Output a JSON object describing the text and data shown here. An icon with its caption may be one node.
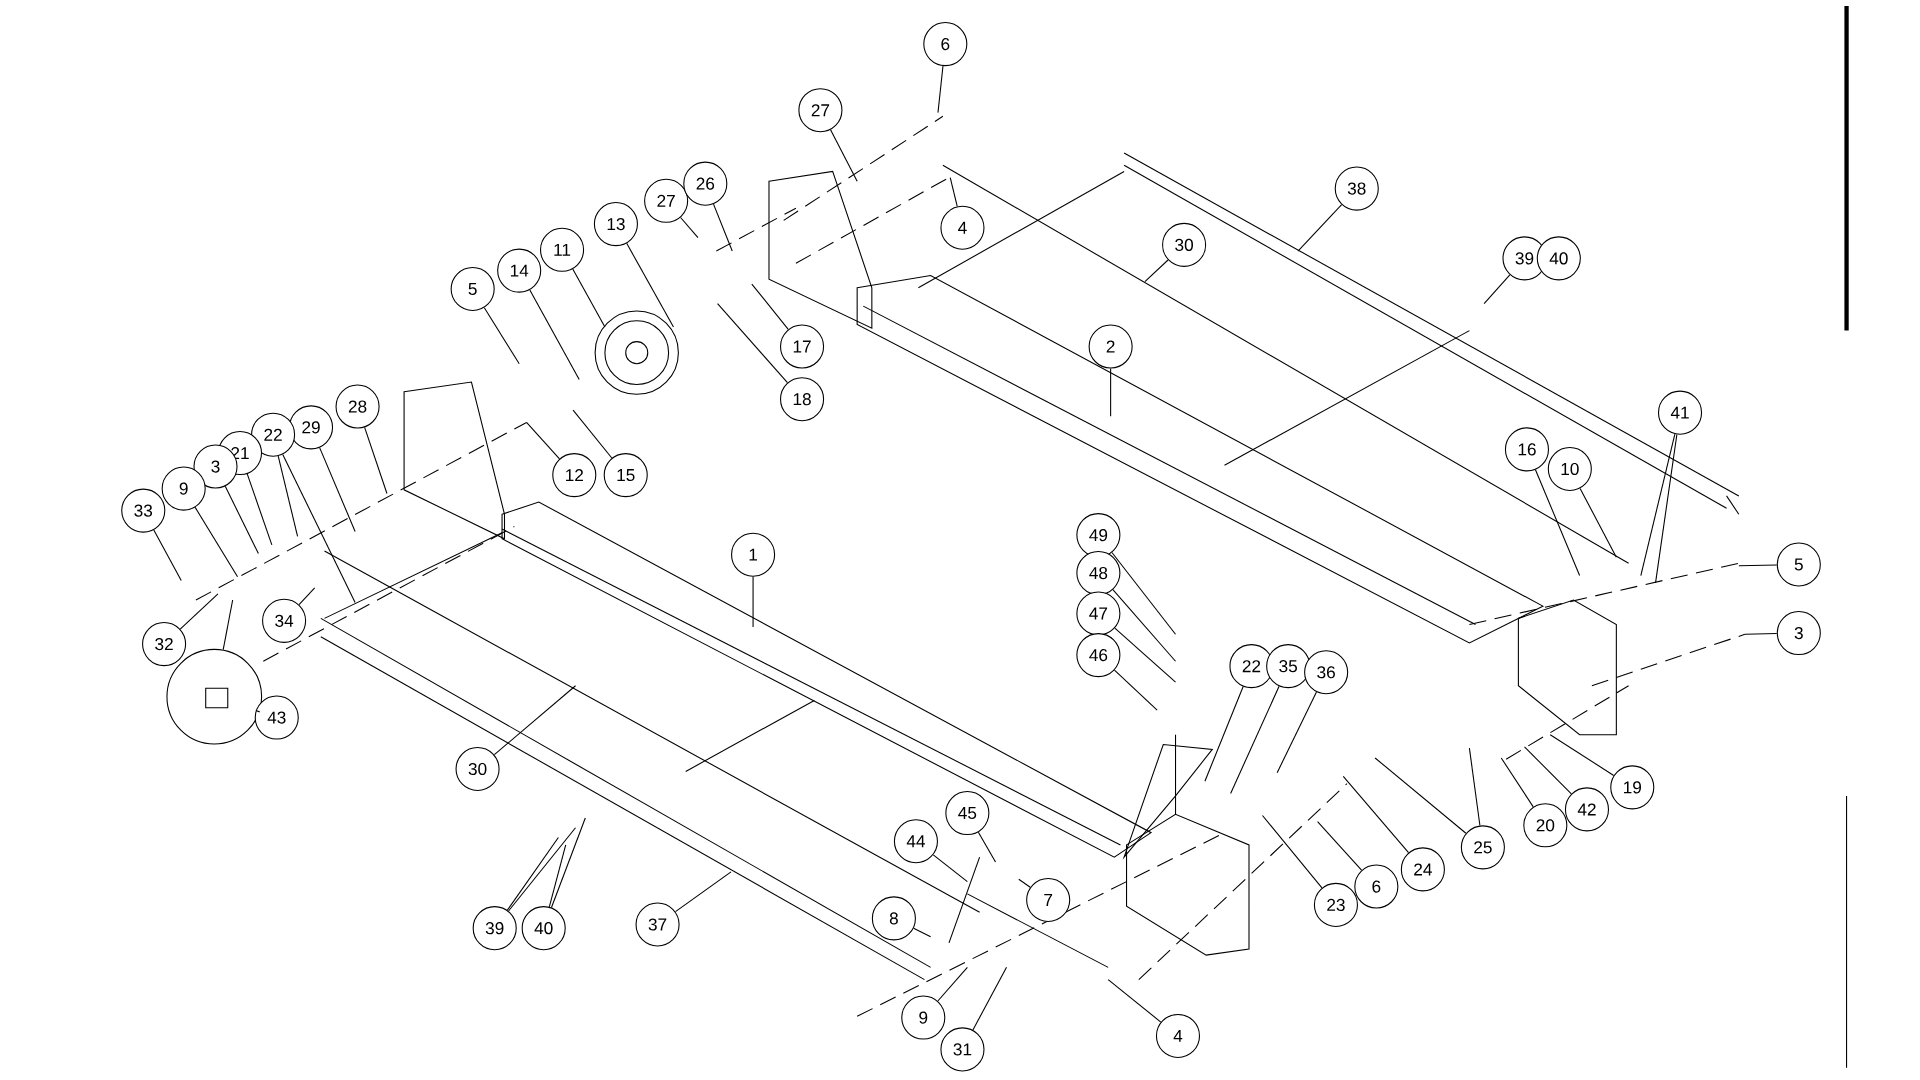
{
  "diagram": {
    "nodes": [
      {
        "text": [
          "6"
        ]
      },
      {
        "text": [
          "27"
        ]
      },
      {
        "text": [
          "4"
        ]
      },
      {
        "text": [
          "27"
        ]
      },
      {
        "text": [
          "26"
        ]
      },
      {
        "text": [
          "13"
        ]
      },
      {
        "text": [
          "11"
        ]
      },
      {
        "text": [
          "38"
        ]
      },
      {
        "text": [
          "30"
        ]
      },
      {
        "text": [
          "39"
        ]
      },
      {
        "text": [
          "40"
        ]
      },
      {
        "text": [
          "14"
        ]
      },
      {
        "text": [
          "5"
        ]
      },
      {
        "text": [
          "17"
        ]
      },
      {
        "text": [
          "2"
        ]
      },
      {
        "text": [
          "18"
        ]
      },
      {
        "text": [
          "41"
        ]
      },
      {
        "text": [
          "28"
        ]
      },
      {
        "text": [
          "29"
        ]
      },
      {
        "text": [
          "22"
        ]
      },
      {
        "text": [
          "21"
        ]
      },
      {
        "text": [
          "16"
        ]
      },
      {
        "text": [
          "3"
        ]
      },
      {
        "text": [
          "10"
        ]
      },
      {
        "text": [
          "12"
        ]
      },
      {
        "text": [
          "15"
        ]
      },
      {
        "text": [
          "9"
        ]
      },
      {
        "text": [
          "33"
        ]
      },
      {
        "text": [
          "49"
        ]
      },
      {
        "text": [
          "1"
        ]
      },
      {
        "text": [
          "5"
        ]
      },
      {
        "text": [
          "48"
        ]
      },
      {
        "text": [
          "47"
        ]
      },
      {
        "text": [
          "34"
        ]
      },
      {
        "text": [
          "3"
        ]
      },
      {
        "text": [
          "32"
        ]
      },
      {
        "text": [
          "46"
        ]
      },
      {
        "text": [
          "22"
        ]
      },
      {
        "text": [
          "35"
        ]
      },
      {
        "text": [
          "36"
        ]
      },
      {
        "text": [],
        "shape": "circle"
      },
      {
        "text": [
          "43"
        ]
      },
      {
        "text": [
          "30"
        ]
      },
      {
        "text": [
          "19"
        ]
      },
      {
        "text": [
          "42"
        ]
      },
      {
        "text": [
          "45"
        ]
      },
      {
        "text": [
          "20"
        ]
      },
      {
        "text": [
          "44"
        ]
      },
      {
        "text": [
          "25"
        ]
      },
      {
        "text": [
          "24"
        ]
      },
      {
        "text": [
          "6"
        ]
      },
      {
        "text": [
          "7"
        ]
      },
      {
        "text": [
          "23"
        ]
      },
      {
        "text": [
          "8"
        ]
      },
      {
        "text": [
          "37"
        ]
      },
      {
        "text": [
          "39"
        ]
      },
      {
        "text": [
          "40"
        ]
      },
      {
        "text": [
          "9"
        ]
      },
      {
        "text": [
          "4"
        ]
      },
      {
        "text": [
          "31"
        ]
      }
    ],
    "edges": [
      {
        "from": 0,
        "to": null,
        "arrow": "none"
      },
      {
        "from": 1,
        "to": null,
        "arrow": "none"
      },
      {
        "from": 2,
        "to": null,
        "arrow": "none"
      },
      {
        "from": 3,
        "to": null,
        "arrow": "none"
      },
      {
        "from": 4,
        "to": null,
        "arrow": "none"
      },
      {
        "from": 5,
        "to": null,
        "arrow": "none"
      },
      {
        "from": 6,
        "to": null,
        "arrow": "none"
      },
      {
        "from": 7,
        "to": null,
        "arrow": "none"
      },
      {
        "from": 8,
        "to": null,
        "arrow": "none"
      },
      {
        "from": 9,
        "to": null,
        "arrow": "none"
      },
      {
        "from": 11,
        "to": null,
        "arrow": "none"
      },
      {
        "from": 12,
        "to": null,
        "arrow": "none"
      },
      {
        "from": 13,
        "to": null,
        "arrow": "none"
      },
      {
        "from": 14,
        "to": null,
        "arrow": "none"
      },
      {
        "from": 15,
        "to": null,
        "arrow": "none"
      },
      {
        "from": 16,
        "to": null,
        "arrow": "none"
      },
      {
        "from": 16,
        "to": null,
        "arrow": "none"
      },
      {
        "from": 17,
        "to": null,
        "arrow": "none"
      },
      {
        "from": 18,
        "to": null,
        "arrow": "none"
      },
      {
        "from": 19,
        "to": null,
        "arrow": "none"
      },
      {
        "from": 19,
        "to": null,
        "arrow": "none"
      },
      {
        "from": 20,
        "to": null,
        "arrow": "none"
      },
      {
        "from": 21,
        "to": null,
        "arrow": "none"
      },
      {
        "from": 22,
        "to": null,
        "arrow": "none"
      },
      {
        "from": 23,
        "to": null,
        "arrow": "none"
      },
      {
        "from": 24,
        "to": null,
        "arrow": "none"
      },
      {
        "from": 25,
        "to": null,
        "arrow": "none"
      },
      {
        "from": 26,
        "to": null,
        "arrow": "none"
      },
      {
        "from": 27,
        "to": null,
        "arrow": "none"
      },
      {
        "from": 28,
        "to": null,
        "arrow": "none"
      },
      {
        "from": 29,
        "to": null,
        "arrow": "none"
      },
      {
        "from": 30,
        "to": null,
        "arrow": "none"
      },
      {
        "from": 31,
        "to": null,
        "arrow": "none"
      },
      {
        "from": 32,
        "to": null,
        "arrow": "none"
      },
      {
        "from": 33,
        "to": null,
        "arrow": "none"
      },
      {
        "from": 34,
        "to": null,
        "arrow": "none"
      },
      {
        "from": 35,
        "to": null,
        "arrow": "none"
      },
      {
        "from": 36,
        "to": null,
        "arrow": "none"
      },
      {
        "from": 37,
        "to": null,
        "arrow": "none"
      },
      {
        "from": 38,
        "to": null,
        "arrow": "none"
      },
      {
        "from": 39,
        "to": null,
        "arrow": "none"
      },
      {
        "from": 40,
        "to": null,
        "arrow": "none"
      },
      {
        "from": 41,
        "to": 40,
        "arrow": "none"
      },
      {
        "from": 42,
        "to": null,
        "arrow": "none"
      },
      {
        "from": 43,
        "to": null,
        "arrow": "none"
      },
      {
        "from": 44,
        "to": null,
        "arrow": "none"
      },
      {
        "from": 45,
        "to": null,
        "arrow": "none"
      },
      {
        "from": 46,
        "to": null,
        "arrow": "none"
      },
      {
        "from": 47,
        "to": null,
        "arrow": "none"
      },
      {
        "from": 48,
        "to": null,
        "arrow": "none"
      },
      {
        "from": 48,
        "to": null,
        "arrow": "none"
      },
      {
        "from": 49,
        "to": null,
        "arrow": "none"
      },
      {
        "from": 50,
        "to": null,
        "arrow": "none"
      },
      {
        "from": 51,
        "to": null,
        "arrow": "none"
      },
      {
        "from": 52,
        "to": null,
        "arrow": "none"
      },
      {
        "from": 53,
        "to": null,
        "arrow": "none"
      },
      {
        "from": 54,
        "to": null,
        "arrow": "none"
      },
      {
        "from": 55,
        "to": null,
        "arrow": "none"
      },
      {
        "from": 55,
        "to": null,
        "arrow": "none"
      },
      {
        "from": 56,
        "to": null,
        "arrow": "none"
      },
      {
        "from": 56,
        "to": null,
        "arrow": "none"
      },
      {
        "from": 57,
        "to": null,
        "arrow": "none"
      },
      {
        "from": 58,
        "to": null,
        "arrow": "none"
      },
      {
        "from": 59,
        "to": null,
        "arrow": "none"
      }
    ]
  }
}
